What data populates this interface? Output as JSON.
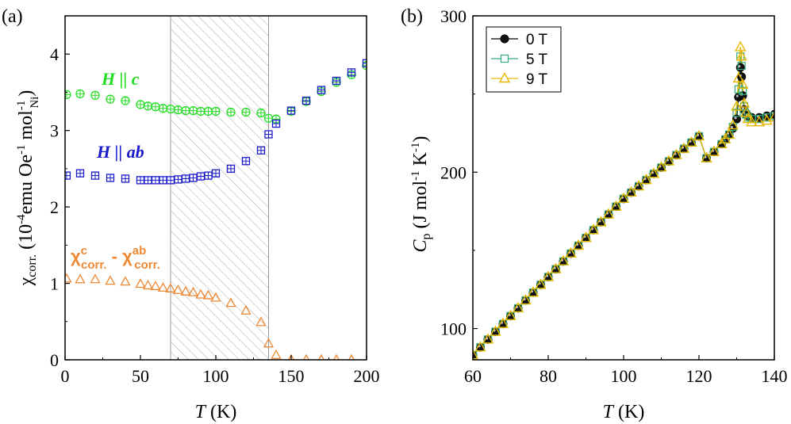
{
  "chart_data": [
    {
      "panel": "(a)",
      "type": "scatter",
      "xlabel": "T (K)",
      "ylabel": "χcorr. (10-4emu Oe-1 molNi-1)",
      "xlim": [
        0,
        200
      ],
      "ylim": [
        0,
        4.5
      ],
      "xticks": [
        "0",
        "50",
        "100",
        "150",
        "200"
      ],
      "yticks": [
        "0",
        "1",
        "2",
        "3",
        "4"
      ],
      "shaded_region": [
        70,
        135
      ],
      "series": [
        {
          "name": "H || c",
          "color": "#22dd22",
          "marker": "circle-plus",
          "x": [
            1,
            10,
            20,
            30,
            40,
            50,
            55,
            60,
            65,
            70,
            75,
            80,
            85,
            90,
            95,
            100,
            110,
            120,
            130,
            135,
            140,
            150,
            160,
            170,
            180,
            190,
            200
          ],
          "y": [
            3.47,
            3.48,
            3.46,
            3.41,
            3.39,
            3.34,
            3.32,
            3.31,
            3.29,
            3.28,
            3.27,
            3.26,
            3.26,
            3.25,
            3.25,
            3.25,
            3.24,
            3.24,
            3.23,
            3.16,
            3.15,
            3.25,
            3.38,
            3.51,
            3.63,
            3.73,
            3.85
          ]
        },
        {
          "name": "H || ab",
          "color": "#1a1acc",
          "marker": "square-plus",
          "x": [
            1,
            10,
            20,
            30,
            40,
            50,
            55,
            60,
            65,
            70,
            75,
            80,
            85,
            90,
            95,
            100,
            110,
            120,
            130,
            135,
            140,
            150,
            160,
            170,
            180,
            190,
            200
          ],
          "y": [
            2.41,
            2.44,
            2.41,
            2.38,
            2.37,
            2.35,
            2.35,
            2.35,
            2.35,
            2.35,
            2.36,
            2.37,
            2.38,
            2.4,
            2.41,
            2.44,
            2.5,
            2.6,
            2.74,
            2.95,
            3.09,
            3.26,
            3.39,
            3.53,
            3.65,
            3.76,
            3.88
          ]
        },
        {
          "name": "χccorr. - χabcorr.",
          "color": "#ee8833",
          "marker": "triangle",
          "x": [
            1,
            10,
            20,
            30,
            40,
            50,
            55,
            60,
            65,
            70,
            75,
            80,
            85,
            90,
            95,
            100,
            110,
            120,
            130,
            135,
            140,
            150,
            160,
            170,
            180,
            190
          ],
          "y": [
            1.06,
            1.05,
            1.05,
            1.03,
            1.02,
            0.99,
            0.97,
            0.96,
            0.94,
            0.93,
            0.91,
            0.89,
            0.88,
            0.85,
            0.84,
            0.81,
            0.74,
            0.64,
            0.49,
            0.21,
            0.06,
            0.0,
            0.0,
            0.0,
            0.0,
            0.0
          ]
        }
      ],
      "annotations": [
        {
          "text": "H || c",
          "color": "#22dd22"
        },
        {
          "text": "H || ab",
          "color": "#1a1acc"
        }
      ]
    },
    {
      "panel": "(b)",
      "type": "line",
      "xlabel": "T (K)",
      "ylabel": "Cp (J mol-1 K-1)",
      "xlim": [
        60,
        140
      ],
      "ylim": [
        80,
        300
      ],
      "xticks": [
        "60",
        "80",
        "100",
        "120",
        "140"
      ],
      "yticks": [
        "100",
        "200",
        "300"
      ],
      "legend": "top-left",
      "series": [
        {
          "name": "0 T",
          "color": "#000000",
          "marker": "filled-circle",
          "x": [
            60,
            62,
            64,
            66,
            68,
            70,
            72,
            74,
            76,
            78,
            80,
            82,
            84,
            86,
            88,
            90,
            92,
            94,
            96,
            98,
            100,
            102,
            104,
            106,
            108,
            110,
            112,
            114,
            116,
            118,
            120,
            122,
            124,
            126,
            127,
            128,
            129,
            130,
            130.5,
            131,
            131.3,
            131.6,
            132,
            132.5,
            133,
            134,
            136,
            138,
            140
          ],
          "y": [
            83,
            88,
            93,
            98,
            103,
            108,
            113,
            118,
            123,
            128,
            133,
            138,
            143,
            148,
            153,
            158,
            163,
            168,
            173,
            178,
            183,
            187,
            191,
            195,
            199,
            203,
            207,
            211,
            215,
            219,
            223,
            209,
            213,
            218,
            221,
            224,
            228,
            234,
            248,
            267,
            261,
            249,
            240,
            237,
            236,
            235,
            235,
            236,
            237
          ]
        },
        {
          "name": "5 T",
          "color": "#33aa77",
          "marker": "open-square",
          "x": [
            60,
            62,
            64,
            66,
            68,
            70,
            72,
            74,
            76,
            78,
            80,
            82,
            84,
            86,
            88,
            90,
            92,
            94,
            96,
            98,
            100,
            102,
            104,
            106,
            108,
            110,
            112,
            114,
            116,
            118,
            120,
            122,
            124,
            126,
            127,
            128,
            129,
            130,
            130.5,
            131,
            131.3,
            131.6,
            132,
            132.5,
            133,
            134,
            136,
            138,
            140
          ],
          "y": [
            83,
            88,
            93,
            98,
            103,
            108,
            113,
            118,
            123,
            128,
            133,
            138,
            143,
            148,
            153,
            158,
            163,
            168,
            173,
            178,
            183,
            187,
            191,
            195,
            199,
            203,
            207,
            211,
            215,
            219,
            223,
            209,
            213,
            218,
            221,
            224,
            229,
            238,
            253,
            274,
            268,
            252,
            242,
            237,
            235,
            234,
            234,
            235,
            236
          ]
        },
        {
          "name": "9 T",
          "color": "#e6b800",
          "marker": "open-triangle",
          "x": [
            60,
            62,
            64,
            66,
            68,
            70,
            72,
            74,
            76,
            78,
            80,
            82,
            84,
            86,
            88,
            90,
            92,
            94,
            96,
            98,
            100,
            102,
            104,
            106,
            108,
            110,
            112,
            114,
            116,
            118,
            120,
            122,
            124,
            126,
            127,
            128,
            129,
            130,
            130.5,
            131,
            131.3,
            131.6,
            132,
            132.5,
            133,
            134,
            136,
            138,
            140
          ],
          "y": [
            83,
            88,
            93,
            98,
            103,
            108,
            113,
            118,
            123,
            128,
            133,
            138,
            143,
            148,
            153,
            158,
            163,
            168,
            173,
            178,
            183,
            187,
            191,
            195,
            199,
            203,
            207,
            211,
            215,
            219,
            223,
            209,
            213,
            218,
            221,
            224,
            230,
            242,
            260,
            280,
            274,
            256,
            244,
            238,
            234,
            232,
            232,
            233,
            235
          ]
        }
      ]
    }
  ]
}
